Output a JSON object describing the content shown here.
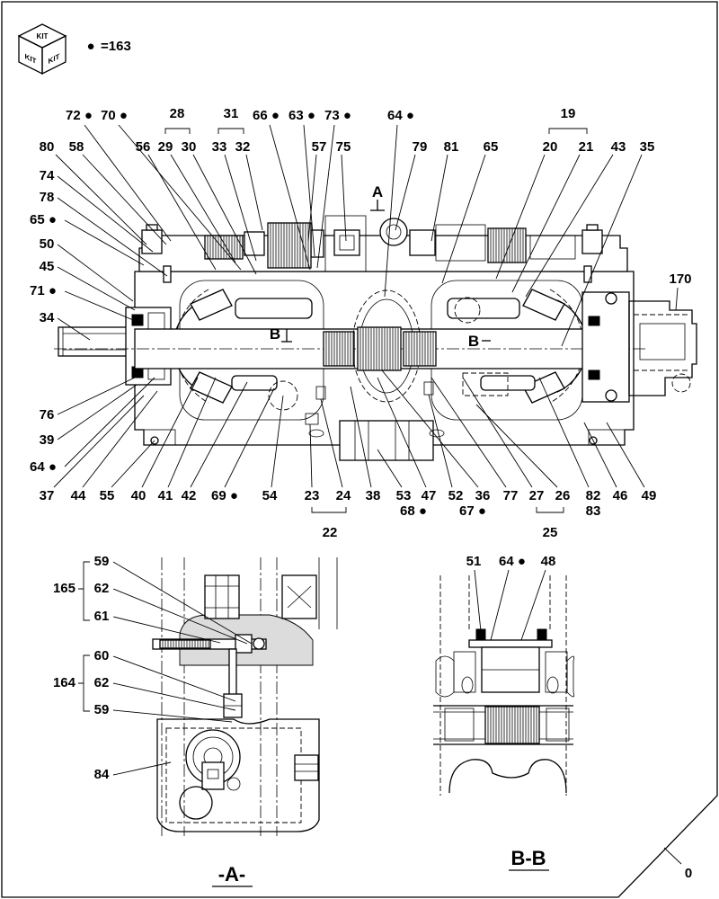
{
  "kit_icon": {
    "text": "KIT"
  },
  "legend": {
    "symbol": "●",
    "value": "=163"
  },
  "section_marks": {
    "a": "A",
    "b_left": "B",
    "b_right": "B"
  },
  "main_view": {
    "callouts": [
      "72 ●",
      "70 ●",
      "28",
      "31",
      "66 ●",
      "63 ●",
      "73 ●",
      "64 ●",
      "19",
      "80",
      "58",
      "56",
      "29",
      "30",
      "33",
      "32",
      "57",
      "75",
      "79",
      "81",
      "65",
      "20",
      "21",
      "43",
      "35",
      "74",
      "78",
      "65 ●",
      "50",
      "45",
      "71 ●",
      "34",
      "170",
      "76",
      "39",
      "64 ●",
      "37",
      "44",
      "55",
      "40",
      "41",
      "42",
      "69 ●",
      "54",
      "23",
      "24",
      "38",
      "53",
      "47",
      "52",
      "36",
      "77",
      "27",
      "26",
      "82",
      "46",
      "49",
      "68 ●",
      "67 ●",
      "83",
      "22",
      "25"
    ]
  },
  "detail_a": {
    "title": "-A-",
    "callouts": [
      "59",
      "165",
      "62",
      "61",
      "60",
      "164",
      "62",
      "59",
      "84"
    ]
  },
  "section_bb": {
    "title": "B-B",
    "callouts": [
      "51",
      "64 ●",
      "48"
    ]
  },
  "sheet_number": "0"
}
